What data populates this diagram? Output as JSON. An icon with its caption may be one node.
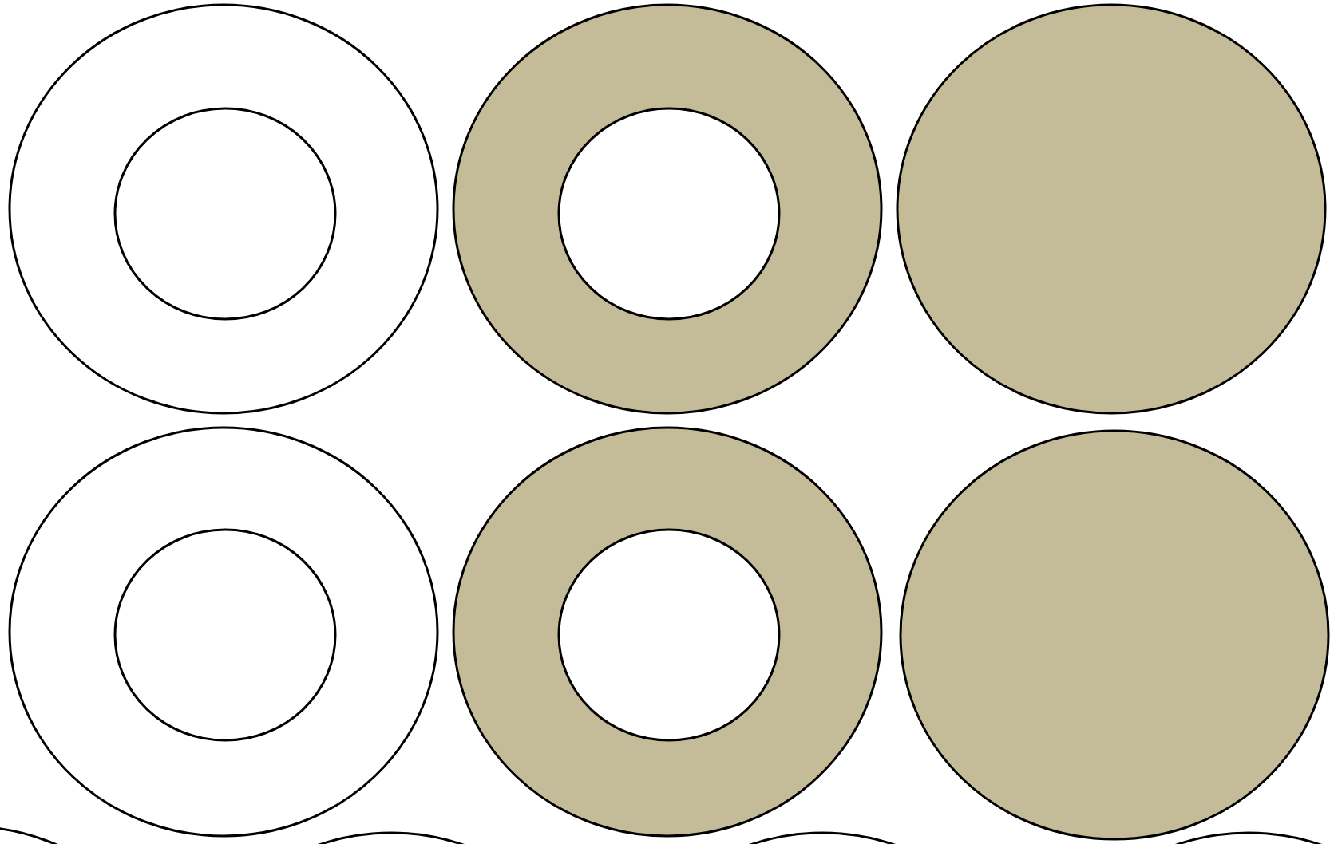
{
  "diagram": {
    "nodes": [
      {
        "text": [],
        "shape": "circle"
      },
      {
        "text": [],
        "shape": "circle",
        "in": 0
      },
      {
        "text": [],
        "shape": "circle"
      },
      {
        "text": [],
        "shape": "circle",
        "in": 2
      },
      {
        "text": [],
        "shape": "circle"
      },
      {
        "text": [],
        "shape": "circle"
      },
      {
        "text": [],
        "shape": "circle",
        "in": 5
      },
      {
        "text": [],
        "shape": "circle"
      },
      {
        "text": [],
        "shape": "circle",
        "in": 7
      },
      {
        "text": [],
        "shape": "circle"
      },
      {
        "text": [],
        "shape": "circle"
      },
      {
        "text": [],
        "shape": "circle"
      },
      {
        "text": [],
        "shape": "circle"
      },
      {
        "text": [],
        "shape": "circle"
      }
    ]
  }
}
